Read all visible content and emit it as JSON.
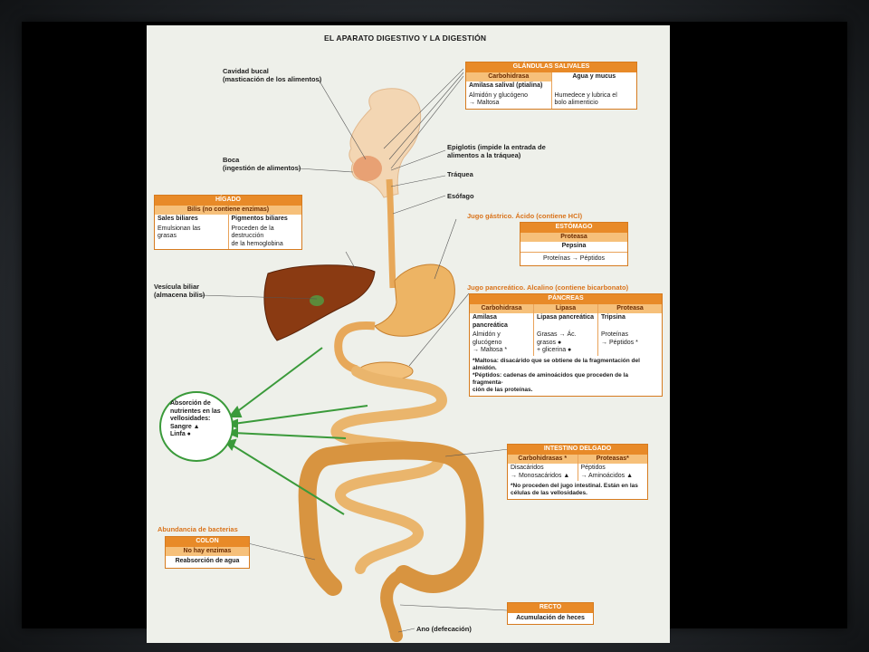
{
  "title": "EL APARATO DIGESTIVO Y LA DIGESTIÓN",
  "labels": {
    "cavidad_bucal_1": "Cavidad bucal",
    "cavidad_bucal_2": "(masticación de los alimentos)",
    "boca_1": "Boca",
    "boca_2": "(ingestión de alimentos)",
    "epiglotis_1": "Epiglotis (impide la entrada de",
    "epiglotis_2": "alimentos a la tráquea)",
    "traquea": "Tráquea",
    "esofago": "Esófago",
    "vesicula_1": "Vesícula biliar",
    "vesicula_2": "(almacena bilis)",
    "ano": "Ano (defecación)"
  },
  "salivales": {
    "header": "GLÁNDULAS SALIVALES",
    "col1": "Carbohidrasa",
    "col2": "Agua y mucus",
    "enzyme": "Amilasa salival (ptialina)",
    "action1a": "Almidón y glucógeno",
    "action1b": "→ Maltosa",
    "action2a": "Humedece y lubrica el",
    "action2b": "bolo alimenticio"
  },
  "higado": {
    "header": "HÍGADO",
    "sub": "Bilis (no contiene enzimas)",
    "col1": "Sales biliares",
    "col2": "Pigmentos biliares",
    "action1a": "Emulsionan las",
    "action1b": "grasas",
    "action2a": "Proceden de la destrucción",
    "action2b": "de la hemoglobina"
  },
  "estomago": {
    "caption": "Jugo gástrico. Ácido (contiene HCl)",
    "header": "ESTÓMAGO",
    "sub": "Proteasa",
    "enzyme": "Pepsina",
    "action": "Proteínas → Péptidos"
  },
  "pancreas": {
    "caption": "Jugo pancreático. Alcalino (contiene bicarbonato)",
    "header": "PÁNCREAS",
    "col1": "Carbohidrasa",
    "col2": "Lipasa",
    "col3": "Proteasa",
    "enz1": "Amilasa pancreática",
    "enz2": "Lipasa pancreática",
    "enz3": "Tripsina",
    "act1a": "Almidón y glucógeno",
    "act1b": "→ Maltosa *",
    "act2a": "Grasas → Ác. grasos ●",
    "act2b": "+ glicerina ●",
    "act3a": "Proteínas",
    "act3b": "→ Péptidos *",
    "note1": "*Maltosa: disacárido que se obtiene de la fragmentación del almidón.",
    "note2": "*Péptidos: cadenas de aminoácidos que proceden de la fragmenta-",
    "note3": "ción de las proteínas."
  },
  "intestino": {
    "header": "INTESTINO DELGADO",
    "col1": "Carbohidrasas *",
    "col2": "Proteasas*",
    "act1a": "Disacáridos",
    "act1b": "→ Monosacáridos ▲",
    "act2a": "Péptidos",
    "act2b": "→ Aminoácidos ▲",
    "note1": "*No proceden del jugo intestinal. Están en las",
    "note2": "células de las vellosidades."
  },
  "absorcion": {
    "l1": "Absorción de",
    "l2": "nutrientes en las",
    "l3": "vellosidades:",
    "l4": "Sangre ▲",
    "l5": "Linfa ●"
  },
  "colon": {
    "caption": "Abundancia de bacterias",
    "header": "COLON",
    "sub": "No hay enzimas",
    "action": "Reabsorción de agua"
  },
  "recto": {
    "header": "RECTO",
    "action": "Acumulación de heces"
  },
  "colors": {
    "box_header": "#e88a28",
    "box_sub": "#f6c07a",
    "arrow_green": "#3a9a3a",
    "organ": "#e7a85a",
    "liver": "#8a3a12"
  }
}
